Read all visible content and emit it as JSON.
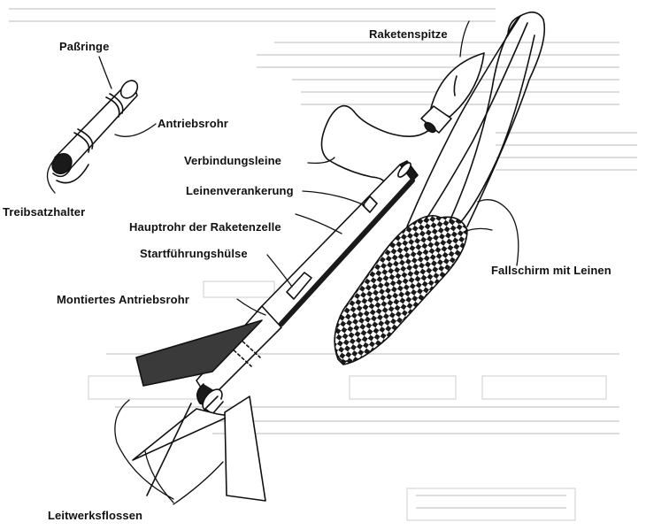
{
  "labels": {
    "passringe": "Paßringe",
    "antriebsrohr": "Antriebsrohr",
    "treibsatzhalter": "Treibsatzhalter",
    "raketenspitze": "Raketenspitze",
    "verbindungsleine": "Verbindungsleine",
    "leinenverankerung": "Leinenverankerung",
    "hauptrohr": "Hauptrohr der Raketenzelle",
    "startfuehrungshuelse": "Startführungshülse",
    "montiertes_antriebsrohr": "Montiertes Antriebsrohr",
    "fallschirm": "Fallschirm mit Leinen",
    "leitwerksflossen": "Leitwerksflossen"
  },
  "colors": {
    "ink": "#111111",
    "fin_dark": "#3a3a3a",
    "background_text": "#b9b9b9"
  }
}
